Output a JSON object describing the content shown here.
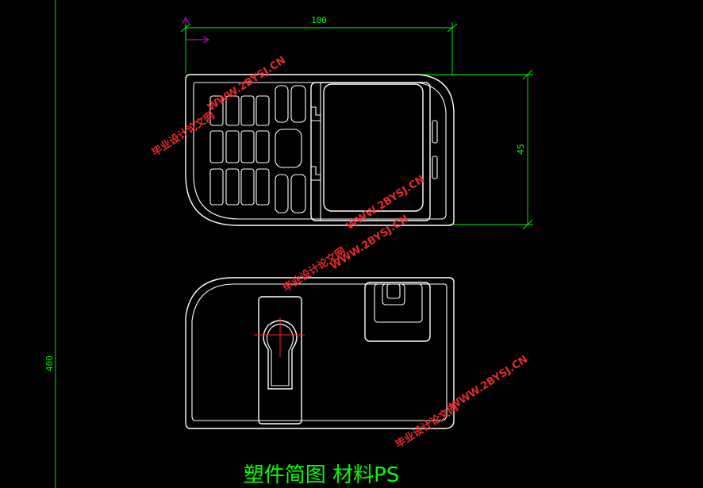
{
  "dimensions": {
    "top_width": "100",
    "right_height": "45",
    "left_height": "400"
  },
  "watermarks": [
    "WWW.2BYSJ.CN",
    "毕业设计论文网"
  ],
  "caption": "塑件简图 材料PS",
  "colors": {
    "background": "#000000",
    "outline": "#ffffff",
    "dimension": "#00ff00",
    "ucs": "#c000c0",
    "centerline": "#ff2020",
    "watermark": "#ff3030"
  }
}
